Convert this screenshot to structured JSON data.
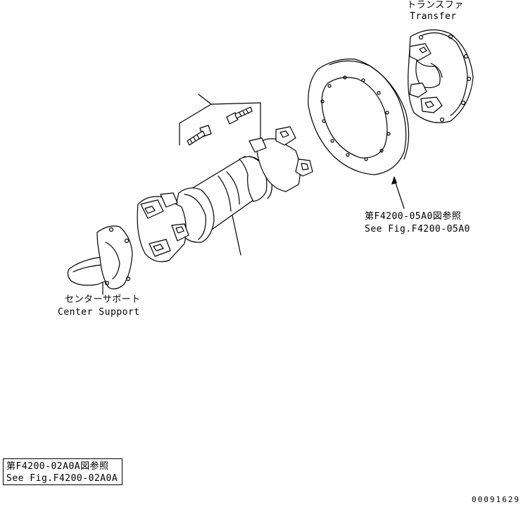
{
  "labels": {
    "transfer_jp": "トランスファ",
    "transfer_en": "Transfer",
    "center_support_jp": "センターサポート",
    "center_support_en": "Center Support",
    "ref_05a0_jp": "第F4200-05A0図参照",
    "ref_05a0_en": "See Fig.F4200-05A0",
    "ref_02a0a_jp": "第F4200-02A0A図参照",
    "ref_02a0a_en": "See Fig.F4200-02A0A",
    "drawing_number": "00091629"
  }
}
